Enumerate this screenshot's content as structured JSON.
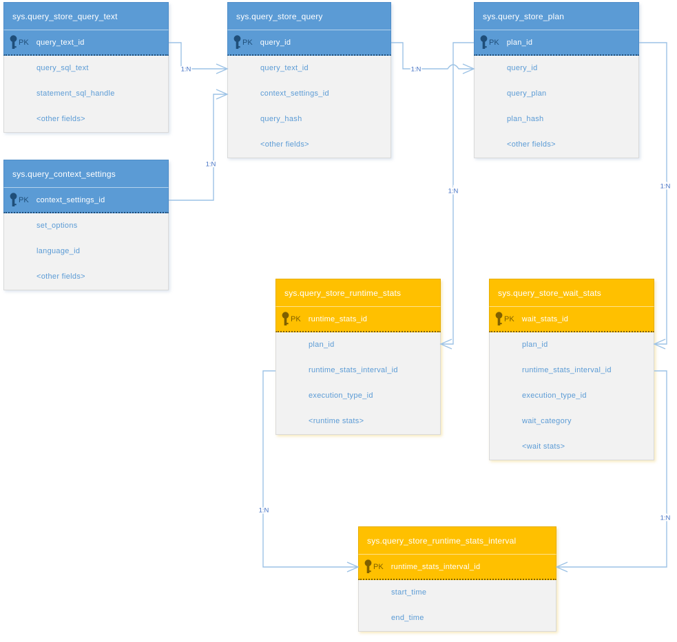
{
  "diagram": {
    "kind": "entity-relationship-diagram",
    "subject": "SQL Server Query Store catalog views"
  },
  "colors": {
    "blue_header": "#5B9BD5",
    "blue_dark": "#1F4E79",
    "blue_edge": "#4E8CC8",
    "orange_header": "#FFC000",
    "orange_dark": "#7F6000",
    "orange_edge": "#E6AD00",
    "body_bg": "#F2F2F2",
    "field_text": "#5B9BD5",
    "connector": "#9CC2E5",
    "label_text": "#4472C4"
  },
  "tables": [
    {
      "id": "query_store_query_text",
      "title": "sys.query_store_query_text",
      "theme": "blue",
      "pk": {
        "label": "PK",
        "field": "query_text_id"
      },
      "fields": [
        "query_sql_text",
        "statement_sql_handle",
        "<other fields>"
      ]
    },
    {
      "id": "query_store_query",
      "title": "sys.query_store_query",
      "theme": "blue",
      "pk": {
        "label": "PK",
        "field": "query_id"
      },
      "fields": [
        "query_text_id",
        "context_settings_id",
        "query_hash",
        "<other fields>"
      ]
    },
    {
      "id": "query_store_plan",
      "title": "sys.query_store_plan",
      "theme": "blue",
      "pk": {
        "label": "PK",
        "field": "plan_id"
      },
      "fields": [
        "query_id",
        "query_plan",
        "plan_hash",
        "<other fields>"
      ]
    },
    {
      "id": "query_context_settings",
      "title": "sys.query_context_settings",
      "theme": "blue",
      "pk": {
        "label": "PK",
        "field": "context_settings_id"
      },
      "fields": [
        "set_options",
        "language_id",
        "<other fields>"
      ]
    },
    {
      "id": "query_store_runtime_stats",
      "title": "sys.query_store_runtime_stats",
      "theme": "orange",
      "pk": {
        "label": "PK",
        "field": "runtime_stats_id"
      },
      "fields": [
        "plan_id",
        "runtime_stats_interval_id",
        "execution_type_id",
        "<runtime stats>"
      ]
    },
    {
      "id": "query_store_wait_stats",
      "title": "sys.query_store_wait_stats",
      "theme": "orange",
      "pk": {
        "label": "PK",
        "field": "wait_stats_id"
      },
      "fields": [
        "plan_id",
        "runtime_stats_interval_id",
        "execution_type_id",
        "wait_category",
        "<wait stats>"
      ]
    },
    {
      "id": "query_store_runtime_stats_interval",
      "title": "sys.query_store_runtime_stats_interval",
      "theme": "orange",
      "pk": {
        "label": "PK",
        "field": "runtime_stats_interval_id"
      },
      "fields": [
        "start_time",
        "end_time"
      ]
    }
  ],
  "connections": [
    {
      "from": "query_store_query_text.query_text_id",
      "to": "query_store_query.query_text_id",
      "label": "1:N"
    },
    {
      "from": "query_context_settings.context_settings_id",
      "to": "query_store_query.context_settings_id",
      "label": "1:N"
    },
    {
      "from": "query_store_query.query_id",
      "to": "query_store_plan.query_id",
      "label": "1:N"
    },
    {
      "from": "query_store_plan.plan_id",
      "to": "query_store_runtime_stats.plan_id",
      "label": "1:N"
    },
    {
      "from": "query_store_plan.plan_id",
      "to": "query_store_wait_stats.plan_id",
      "label": "1:N"
    },
    {
      "from": "query_store_runtime_stats.runtime_stats_interval_id",
      "to": "query_store_runtime_stats_interval.runtime_stats_interval_id",
      "label": "1:N"
    },
    {
      "from": "query_store_wait_stats.runtime_stats_interval_id",
      "to": "query_store_runtime_stats_interval.runtime_stats_interval_id",
      "label": "1:N"
    }
  ]
}
